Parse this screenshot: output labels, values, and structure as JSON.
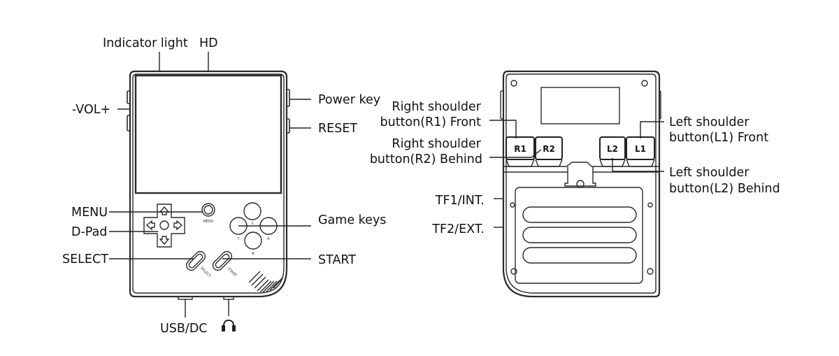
{
  "front_labels": {
    "indicator_light": "Indicator light",
    "hd": "HD",
    "vol": "-VOL+",
    "power_key": "Power key",
    "reset": "RESET",
    "menu": "MENU",
    "dpad": "D-Pad",
    "select": "SELECT",
    "game_keys": "Game keys",
    "start": "START",
    "usb_dc": "USB/DC",
    "headphone_icon": "headphone-icon"
  },
  "front_device_text": {
    "menu": "MENU",
    "select": "SELECT",
    "start": "START",
    "x": "X",
    "y": "Y",
    "a": "A",
    "b": "B"
  },
  "back_labels": {
    "r1_line1": "Right shoulder",
    "r1_line2": "button(R1) Front",
    "r2_line1": "Right shoulder",
    "r2_line2": "button(R2) Behind",
    "l1_line1": "Left shoulder",
    "l1_line2": "button(L1) Front",
    "l2_line1": "Left shoulder",
    "l2_line2": "button(L2) Behind",
    "tf1": "TF1/INT.",
    "tf2": "TF2/EXT."
  },
  "back_buttons": {
    "r1": "R1",
    "r2": "R2",
    "l2": "L2",
    "l1": "L1"
  }
}
